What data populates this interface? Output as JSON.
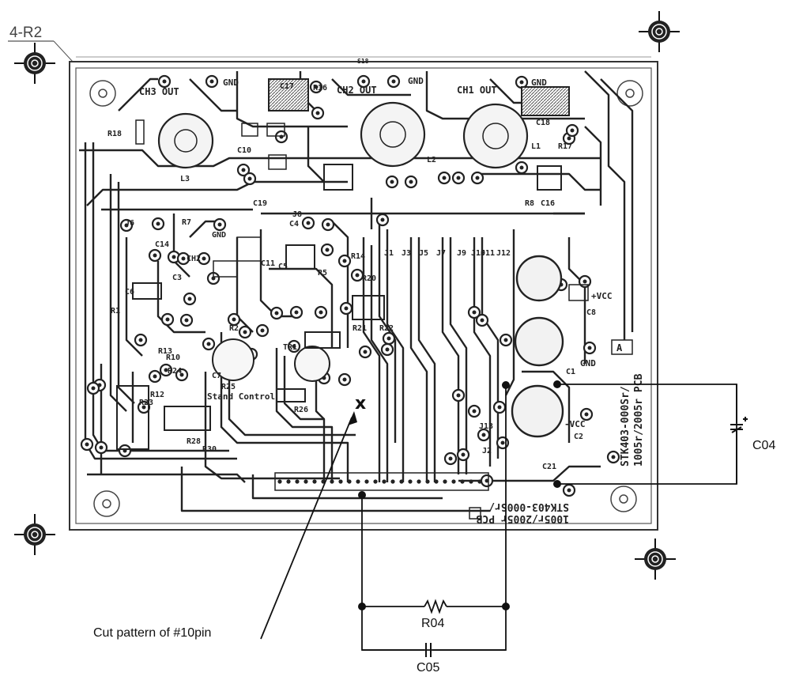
{
  "corner_label": "4-R2",
  "board": {
    "dims": {
      "width": "S18"
    },
    "out_labels": [
      "CH3 OUT",
      "CH2 OUT",
      "CH1 OUT"
    ],
    "gnd_label": "GND",
    "component_labels": [
      "R18",
      "C17",
      "R16",
      "C18",
      "C10",
      "L3",
      "L2",
      "L1",
      "R17",
      "R8",
      "C16",
      "C19",
      "J8",
      "J6",
      "GND",
      "CH2",
      "C11",
      "C14",
      "C4",
      "R5",
      "R1",
      "R7",
      "R2",
      "C5",
      "C6",
      "C8",
      "C3",
      "C1",
      "C2",
      "C7",
      "TR1",
      "R13",
      "R10",
      "R12",
      "R14",
      "R20",
      "R21",
      "R22",
      "R23",
      "R24",
      "R25",
      "R26",
      "R28",
      "R30",
      "C21",
      "J1",
      "J3",
      "J5",
      "J7",
      "J9",
      "J10",
      "J11",
      "J12",
      "J13",
      "J2"
    ],
    "rail_labels": {
      "vcc_plus": "+VCC",
      "vcc_minus": "-VCC",
      "gnd": "GND"
    },
    "pcb_id_lines": [
      "STK403-000Sr/",
      "1005r/2005r PCB"
    ],
    "pcb_id_lines_bottom": [
      "STK403-000Sr/",
      "1005r/2005r PCB"
    ],
    "stand_control": "Stand Control",
    "board_badge": "A"
  },
  "annotations": {
    "capacitor_c04": "C04",
    "resistor_r04": "R04",
    "capacitor_c05": "C05",
    "cut_note": "Cut pattern of #10pin",
    "cut_mark": "x"
  }
}
